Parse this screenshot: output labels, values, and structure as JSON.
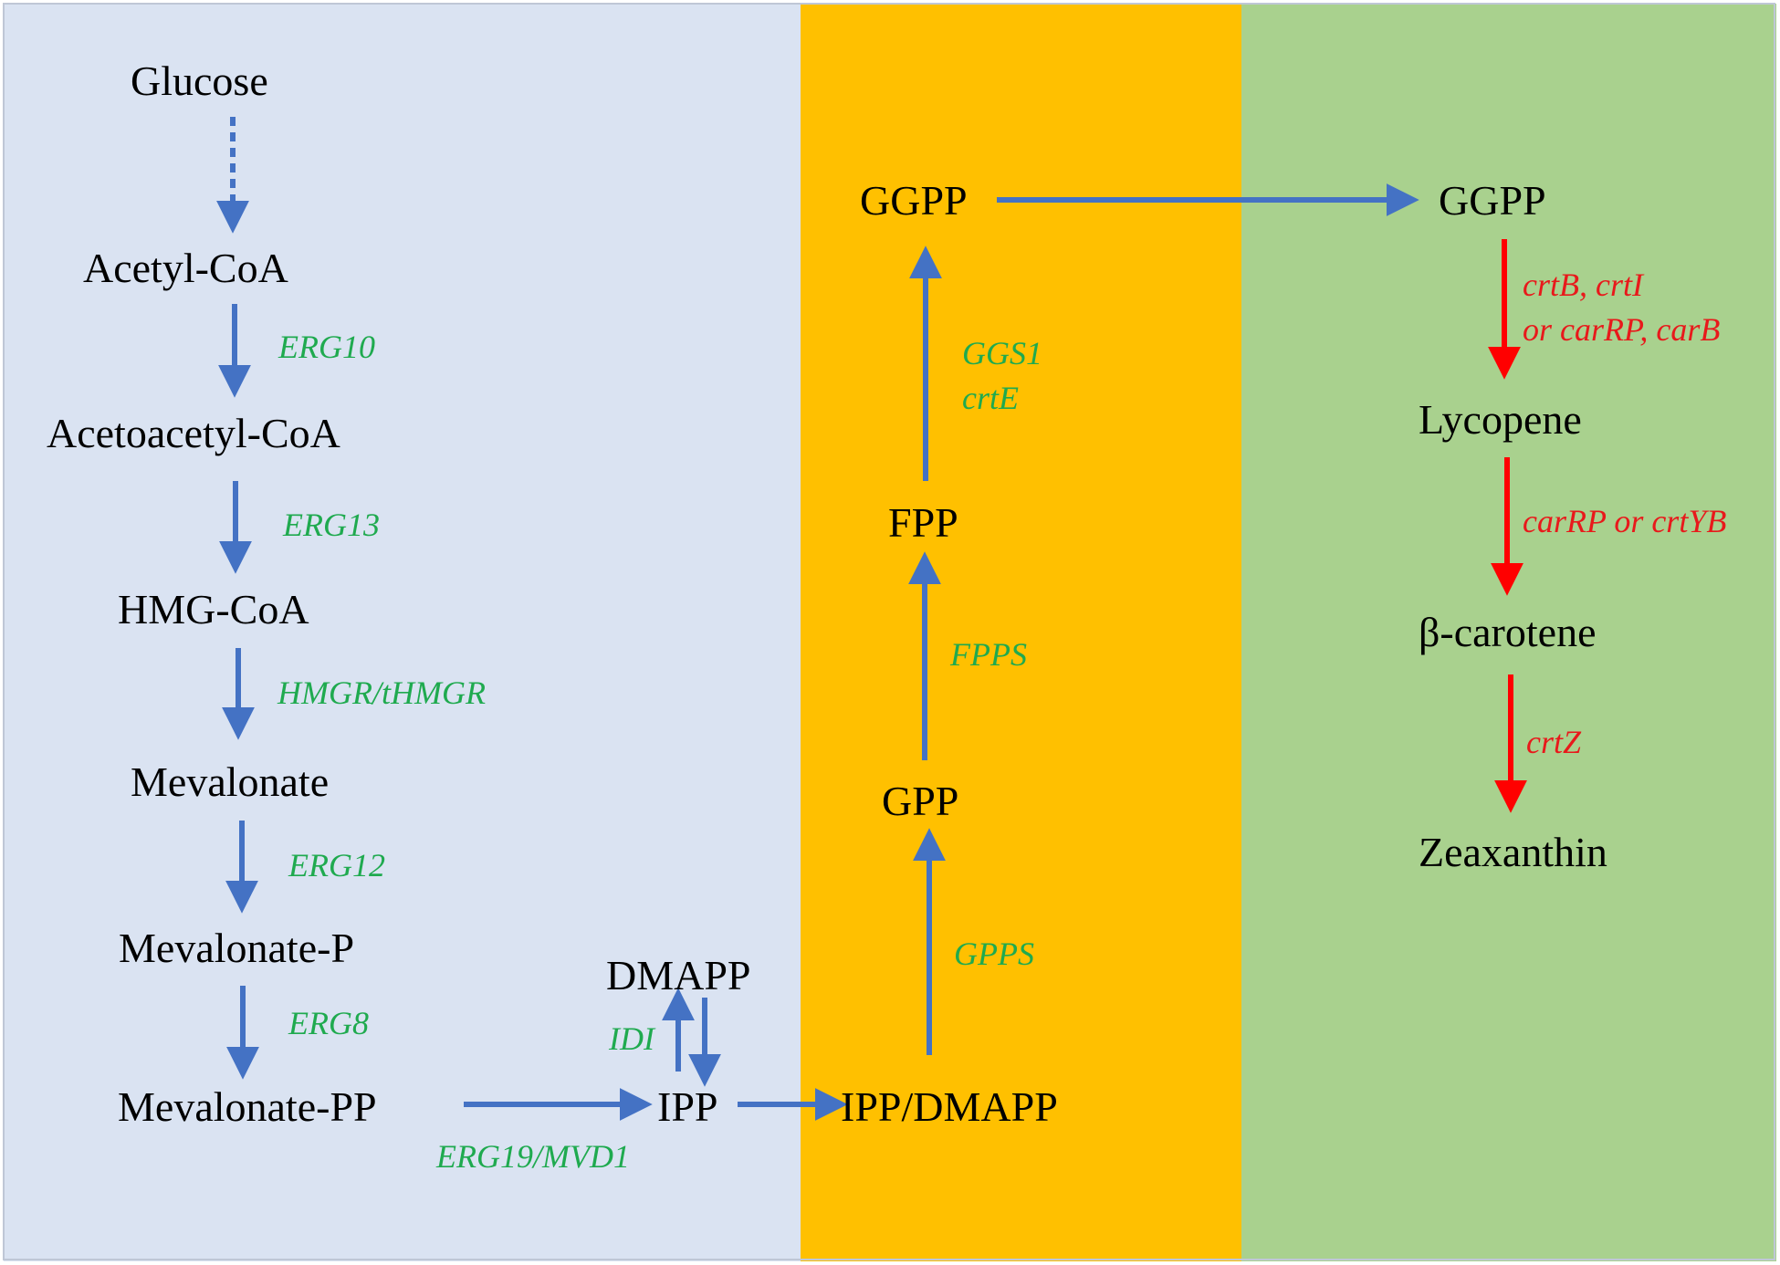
{
  "colors": {
    "panel_left": "#dae3f2",
    "panel_middle": "#ffc000",
    "panel_right": "#a9d18e",
    "arrow_blue": "#4472c4",
    "arrow_red": "#ff0000",
    "enzyme_green": "#1faa4f",
    "enzyme_red": "#e8191b"
  },
  "metabolites": {
    "glucose": "Glucose",
    "acetyl_coa": "Acetyl-CoA",
    "acetoacetyl_coa": "Acetoacetyl-CoA",
    "hmg_coa": "HMG-CoA",
    "mevalonate": "Mevalonate",
    "mevalonate_p": "Mevalonate-P",
    "mevalonate_pp": "Mevalonate-PP",
    "dmapp": "DMAPP",
    "ipp": "IPP",
    "ipp_dmapp": "IPP/DMAPP",
    "gpp": "GPP",
    "fpp": "FPP",
    "ggpp_middle": "GGPP",
    "ggpp_right": "GGPP",
    "lycopene": "Lycopene",
    "beta_carotene": "β-carotene",
    "zeaxanthin": "Zeaxanthin"
  },
  "enzymes": {
    "erg10": "ERG10",
    "erg13": "ERG13",
    "hmgr": "HMGR/tHMGR",
    "erg12": "ERG12",
    "erg8": "ERG8",
    "erg19": "ERG19/MVD1",
    "idi": "IDI",
    "gpps": "GPPS",
    "fpps": "FPPS",
    "ggs1": "GGS1",
    "crte": "crtE",
    "crtb_crti": "crtB, crtI",
    "or_carrp_carb": "or carRP, carB",
    "carrp_or_crtyb": "carRP or crtYB",
    "crtz": "crtZ"
  }
}
